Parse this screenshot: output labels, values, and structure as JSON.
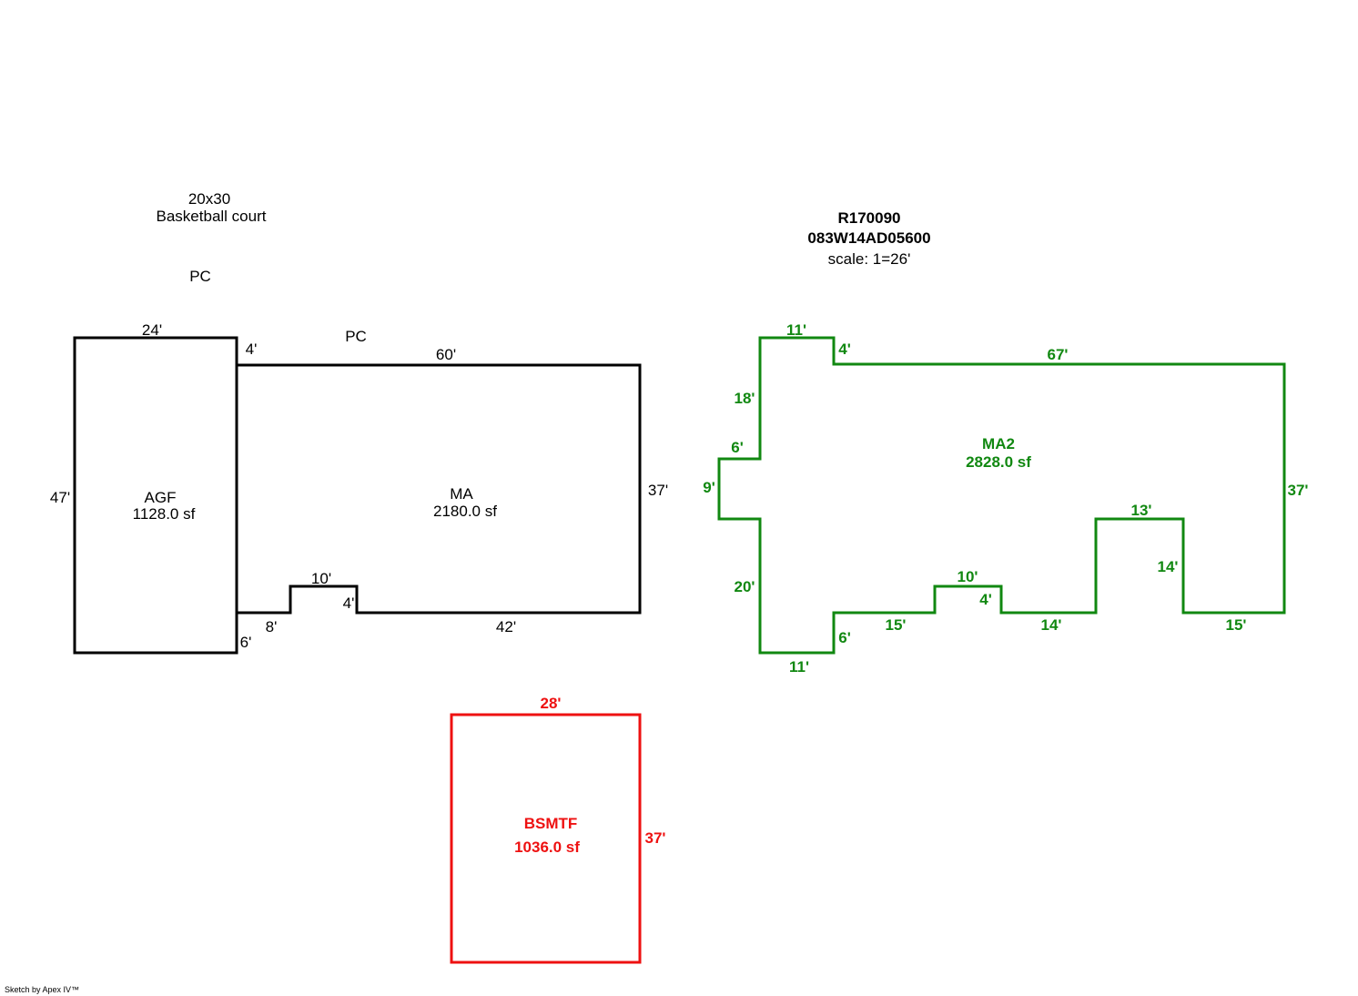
{
  "colors": {
    "black": "#000000",
    "green": "#118811",
    "red": "#ee1111"
  },
  "header": {
    "parcel_id": "R170090",
    "map_number": "083W14AD05600",
    "scale": "scale: 1=26'"
  },
  "court": {
    "line1": "20x30",
    "line2": "Basketball court"
  },
  "pc_labels": [
    "PC",
    "PC"
  ],
  "agf": {
    "name": "AGF",
    "area": "1128.0 sf",
    "dims": {
      "top": "24'",
      "left": "47'",
      "bottom_right": "6'",
      "top_right": "4'"
    }
  },
  "ma": {
    "name": "MA",
    "area": "2180.0 sf",
    "dims": {
      "top": "60'",
      "right": "37'",
      "bump_top": "10'",
      "bump_side": "4'",
      "bottom_left": "8'",
      "bottom_right": "42'"
    }
  },
  "ma2": {
    "name": "MA2",
    "area": "2828.0 sf",
    "dims": {
      "top_left": "11'",
      "top_step": "4'",
      "top": "67'",
      "right": "37'",
      "left_upper": "18'",
      "left_step": "6'",
      "left_mid": "9'",
      "left_lower": "20'",
      "bottom_left": "11'",
      "bottom_step": "6'",
      "bottom_a": "15'",
      "bump_top": "10'",
      "bump_side": "4'",
      "bottom_b": "14'",
      "notch_top": "13'",
      "notch_side": "14'",
      "bottom_c": "15'"
    }
  },
  "bsmtf": {
    "name": "BSMTF",
    "area": "1036.0 sf",
    "dims": {
      "top": "28'",
      "right": "37'"
    }
  },
  "footer": {
    "credit": "Sketch by Apex IV™"
  }
}
